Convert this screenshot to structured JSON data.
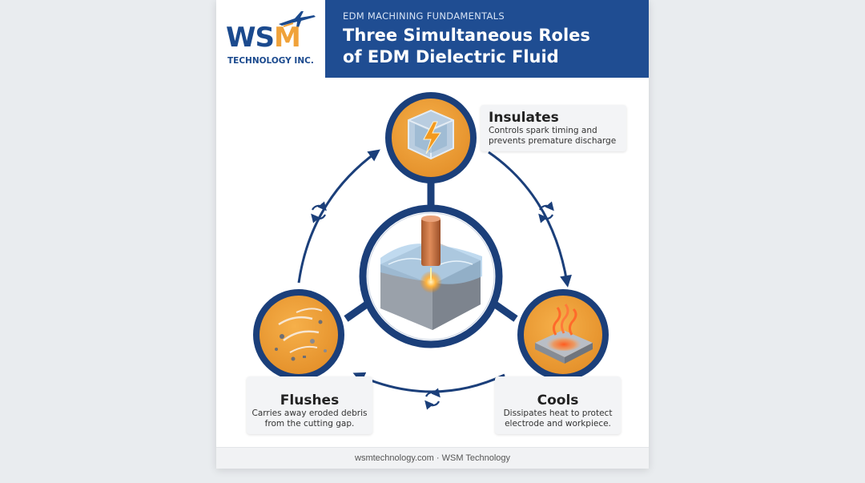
{
  "logo": {
    "text_main_a": "WS",
    "text_main_b": "M",
    "text_sub": "TECHNOLOGY INC."
  },
  "header": {
    "kicker": "EDM MACHINING FUNDAMENTALS",
    "title_line1": "Three Simultaneous Roles",
    "title_line2": "of EDM Dielectric Fluid"
  },
  "roles": {
    "insulates": {
      "title": "Insulates",
      "desc_line1": "Controls spark timing and",
      "desc_line2": "prevents premature discharge"
    },
    "flushes": {
      "title": "Flushes",
      "desc_line1": "Carries away eroded debris",
      "desc_line2": "from the cutting gap."
    },
    "cools": {
      "title": "Cools",
      "desc_line1": "Dissipates heat to protect",
      "desc_line2": "electrode and workpiece."
    }
  },
  "footer": {
    "text": "wsmtechnology.com · WSM Technology"
  },
  "colors": {
    "navy": "#1f4d92",
    "orange": "#f0a23a",
    "dark_navy": "#1b3f7a"
  },
  "icons": [
    "jet-icon",
    "lightning-cube-icon",
    "electrode-workpiece-icon",
    "debris-icon",
    "heat-plate-icon",
    "cycle-icon"
  ]
}
